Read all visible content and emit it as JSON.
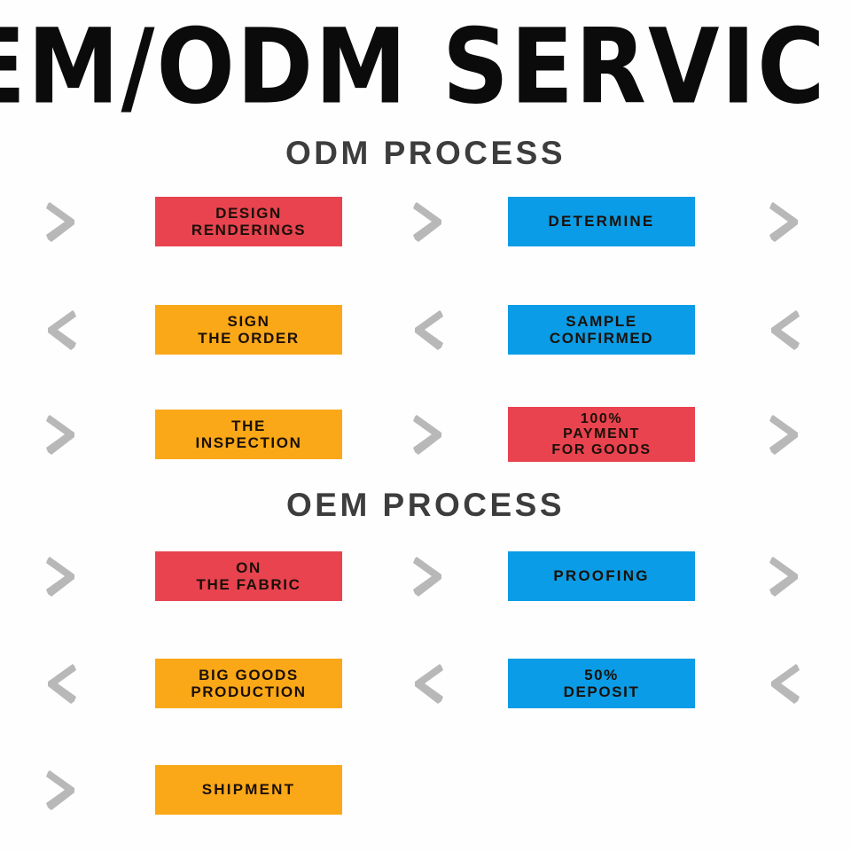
{
  "banner": {
    "title": "EM/ODM SERVIC",
    "full_title": "OEM/ODM SERVICE"
  },
  "sections": [
    {
      "id": "odm",
      "heading": "ODM PROCESS"
    },
    {
      "id": "oem",
      "heading": "OEM PROCESS"
    }
  ],
  "colors": {
    "red": "#e8434f",
    "blue": "#0a9ce6",
    "orange": "#fba818",
    "chevron_gray": "#b8b8b8",
    "heading_gray": "#3d3d3d",
    "title_black": "#0b0b0b",
    "background": "#fefefe"
  },
  "rows": [
    {
      "id": "row-1",
      "section": "odm",
      "direction": "right",
      "chevrons": [
        "chevron-right-icon",
        "chevron-right-icon",
        "chevron-right-icon"
      ],
      "box1": {
        "label": "DESIGN\nRENDERINGS",
        "color": "red",
        "lines": 2
      },
      "box2": {
        "label": "DETERMINE",
        "color": "blue",
        "lines": 1
      }
    },
    {
      "id": "row-2",
      "section": "odm",
      "direction": "left",
      "chevrons": [
        "chevron-left-icon",
        "chevron-left-icon",
        "chevron-left-icon"
      ],
      "box1": {
        "label": "SIGN\nTHE ORDER",
        "color": "orange",
        "lines": 2
      },
      "box2": {
        "label": "SAMPLE\nCONFIRMED",
        "color": "blue",
        "lines": 2
      }
    },
    {
      "id": "row-3",
      "section": "odm",
      "direction": "right",
      "chevrons": [
        "chevron-right-icon",
        "chevron-right-icon",
        "chevron-right-icon"
      ],
      "box1": {
        "label": "THE\nINSPECTION",
        "color": "orange",
        "lines": 2
      },
      "box2": {
        "label": "100%\nPAYMENT\nFOR GOODS",
        "color": "red",
        "lines": 3
      }
    },
    {
      "id": "row-4",
      "section": "oem",
      "direction": "right",
      "chevrons": [
        "chevron-right-icon",
        "chevron-right-icon",
        "chevron-right-icon"
      ],
      "box1": {
        "label": "ON\nTHE FABRIC",
        "color": "red",
        "lines": 2
      },
      "box2": {
        "label": "PROOFING",
        "color": "blue",
        "lines": 1
      }
    },
    {
      "id": "row-5",
      "section": "oem",
      "direction": "left",
      "chevrons": [
        "chevron-left-icon",
        "chevron-left-icon",
        "chevron-left-icon"
      ],
      "box1": {
        "label": "BIG GOODS\nPRODUCTION",
        "color": "orange",
        "lines": 2
      },
      "box2": {
        "label": "50%\nDEPOSIT",
        "color": "blue",
        "lines": 2
      }
    },
    {
      "id": "row-6",
      "section": "oem",
      "direction": "right",
      "chevrons": [
        "chevron-right-icon"
      ],
      "box1": {
        "label": "SHIPMENT",
        "color": "orange",
        "lines": 1
      },
      "box2": null
    }
  ]
}
